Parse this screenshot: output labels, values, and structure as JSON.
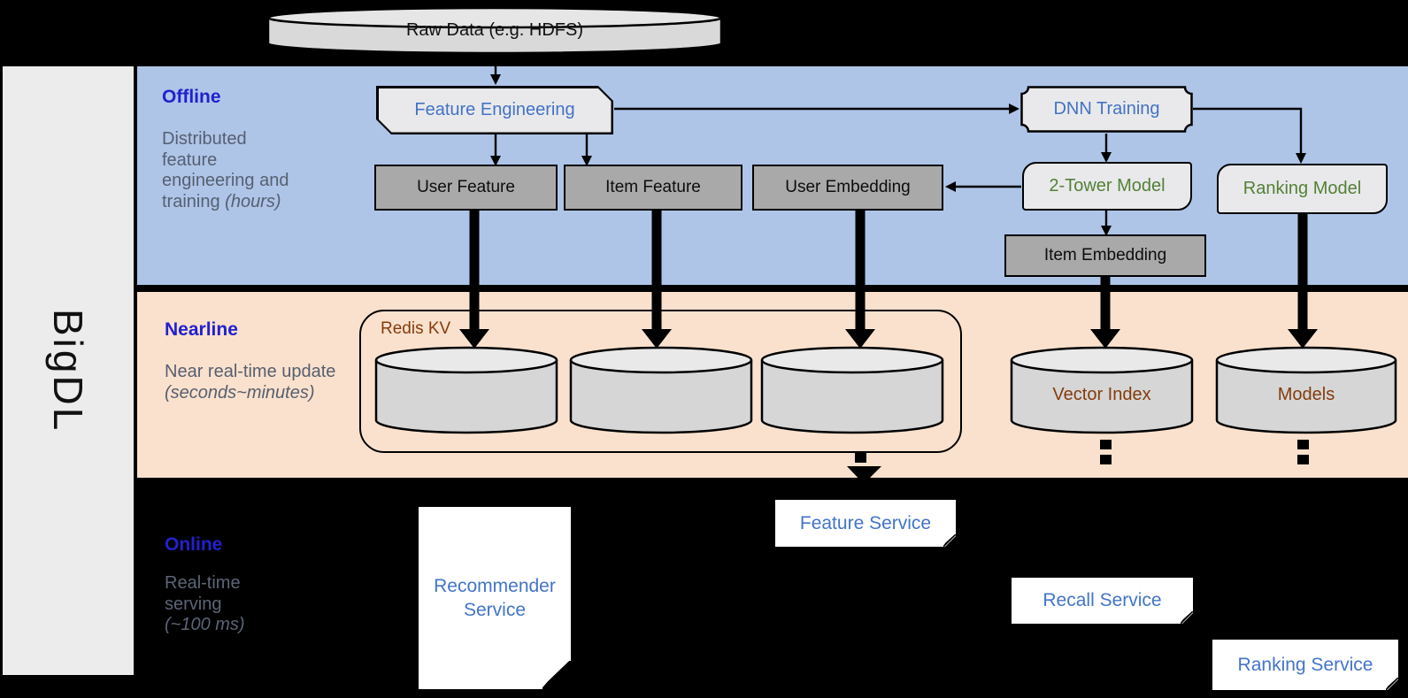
{
  "brand": {
    "name": "BigDL"
  },
  "source": {
    "label": "Raw Data (e.g. HDFS)"
  },
  "sections": {
    "offline": {
      "title": "Offline",
      "desc": "Distributed feature engineering and training ",
      "desc_em": "(hours)"
    },
    "nearline": {
      "title": "Nearline",
      "desc": "Near real-time update ",
      "desc_em": "(seconds~minutes)"
    },
    "online": {
      "title": "Online",
      "desc": "Real-time serving ",
      "desc_em": "(~100 ms)"
    }
  },
  "offline": {
    "feature_engineering": "Feature Engineering",
    "dnn_training": "DNN Training",
    "user_feature": "User Feature",
    "item_feature": "Item Feature",
    "user_embedding": "User Embedding",
    "two_tower_model": "2-Tower Model",
    "ranking_model": "Ranking Model",
    "item_embedding": "Item Embedding"
  },
  "nearline": {
    "redis_kv": "Redis KV",
    "vector_index": "Vector Index",
    "models": "Models"
  },
  "online": {
    "recommender_service": "Recommender Service",
    "feature_service": "Feature Service",
    "recall_service": "Recall Service",
    "ranking_service": "Ranking Service"
  },
  "colors": {
    "background": "#000000",
    "offline_band": "#aec5e8",
    "nearline_band": "#fae1cd",
    "brand_panel": "#ececec",
    "node_light": "#e9e9ec",
    "node_gray": "#a9a9a9",
    "cylinder_fill": "#d6d6d6",
    "title_blue": "#2121cd",
    "accent_blue": "#4472c4",
    "accent_green": "#538135",
    "accent_brown": "#843c0c",
    "desc_gray": "#565f70"
  }
}
